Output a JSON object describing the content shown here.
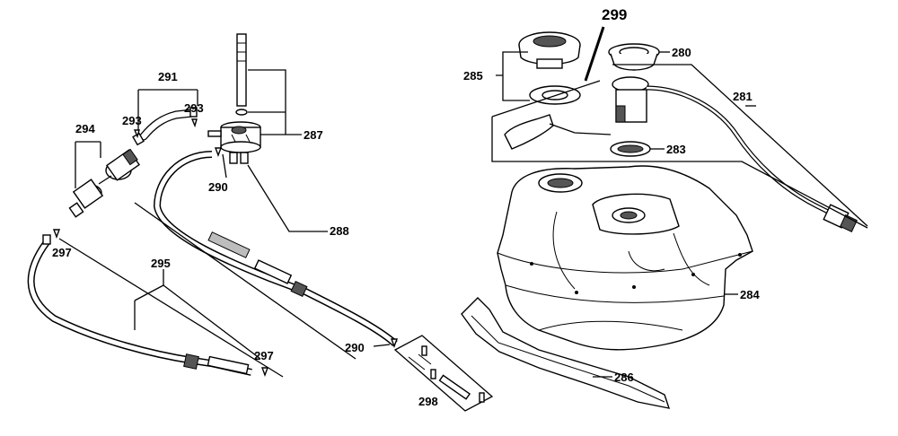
{
  "labels": {
    "l280": "280",
    "l281": "281",
    "l283": "283",
    "l284": "284",
    "l285": "285",
    "l286": "286",
    "l287": "287",
    "l288": "288",
    "l290a": "290",
    "l290b": "290",
    "l291": "291",
    "l293a": "293",
    "l293b": "293",
    "l294": "294",
    "l295": "295",
    "l297a": "297",
    "l297b": "297",
    "l298": "298",
    "l299": "299"
  }
}
